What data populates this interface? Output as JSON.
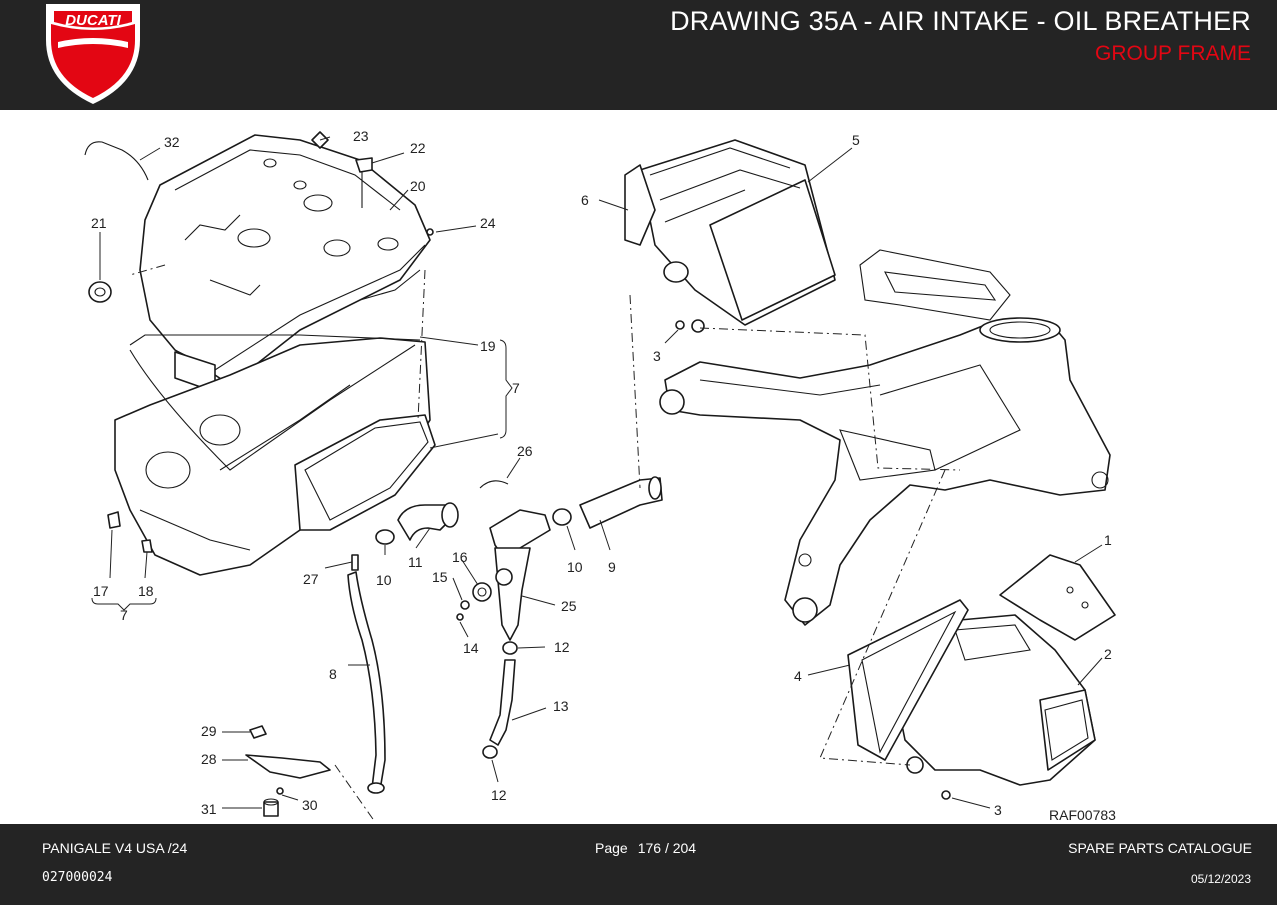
{
  "header": {
    "brand_logo_text": "DUCATI",
    "title": "DRAWING 35A - AIR INTAKE - OIL BREATHER",
    "group": "GROUP FRAME",
    "group_color": "#e30613",
    "background_color": "#242424"
  },
  "drawing": {
    "reference_code": "RAF00783",
    "callouts": [
      "1",
      "2",
      "3",
      "3",
      "4",
      "5",
      "6",
      "7",
      "7",
      "8",
      "9",
      "10",
      "10",
      "11",
      "12",
      "12",
      "13",
      "14",
      "15",
      "16",
      "17",
      "18",
      "19",
      "20",
      "21",
      "22",
      "23",
      "24",
      "25",
      "26",
      "27",
      "28",
      "29",
      "30",
      "31",
      "32"
    ]
  },
  "footer": {
    "model": "PANIGALE V4 USA /24",
    "doc_code": "027000024",
    "page_label": "Page",
    "page_value": "176 / 204",
    "catalogue": "SPARE PARTS CATALOGUE",
    "date": "05/12/2023"
  }
}
